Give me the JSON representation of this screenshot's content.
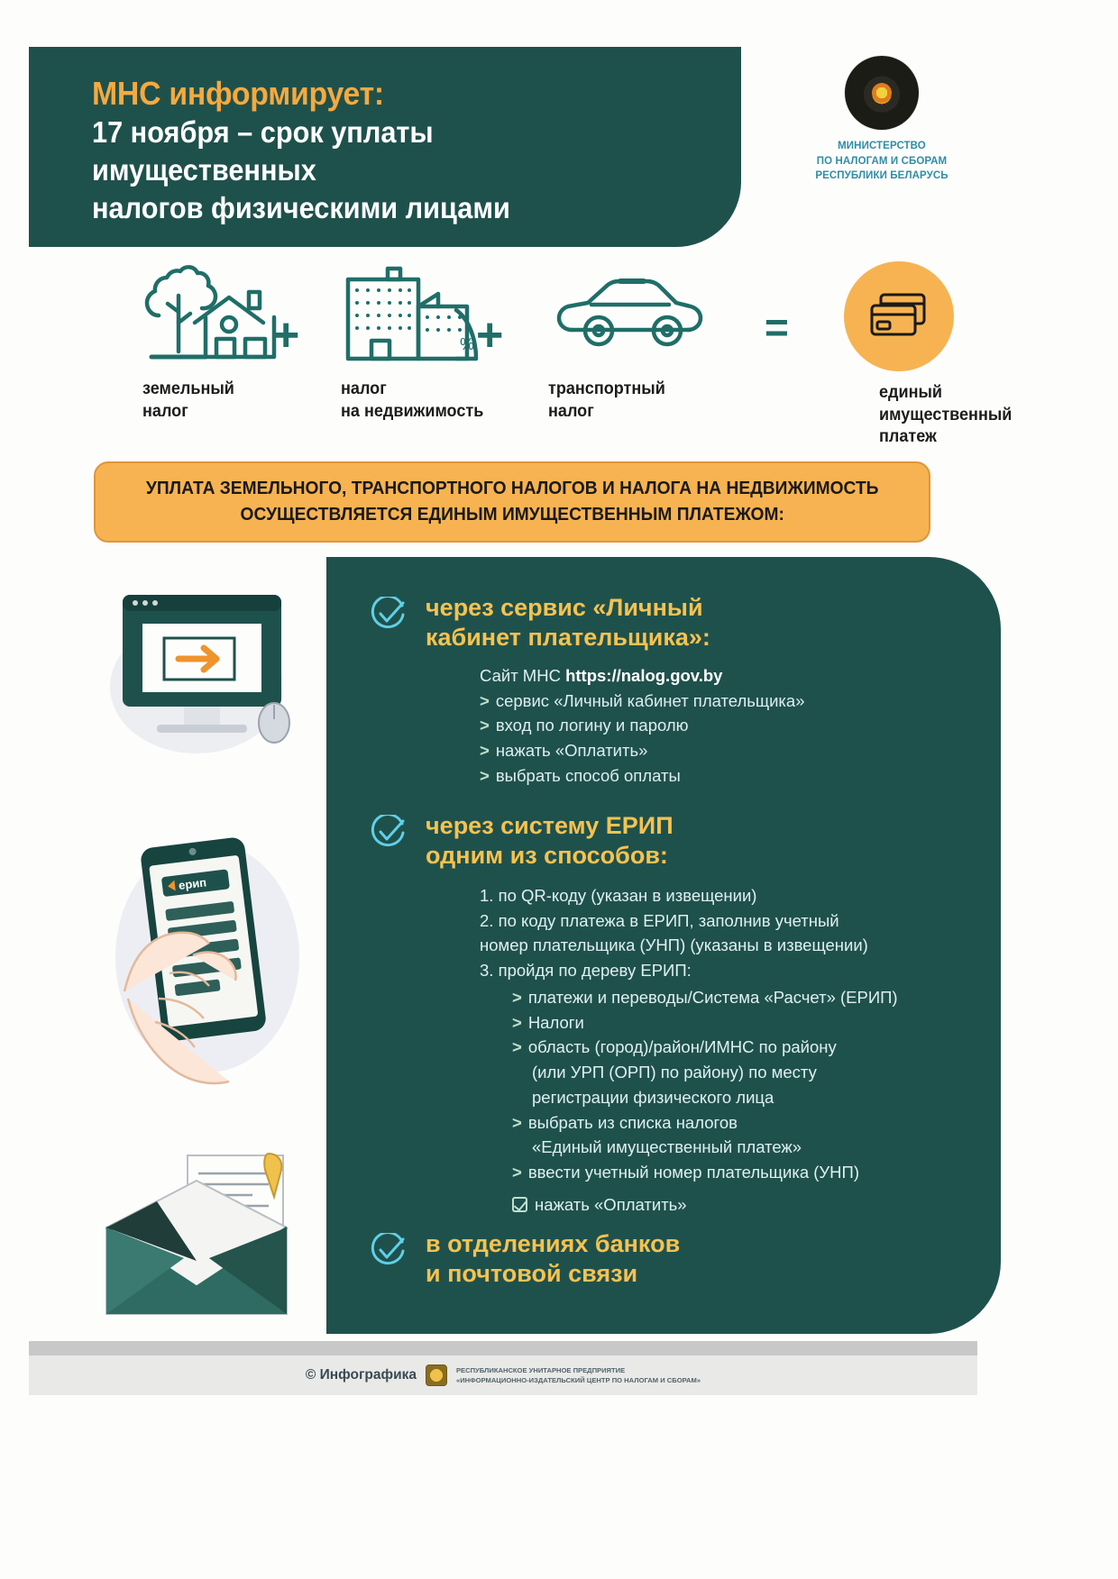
{
  "header": {
    "line1": "МНС информирует:",
    "line2": "17 ноября – срок уплаты имущественных",
    "line3": "налогов физическими лицами"
  },
  "emblem": {
    "icon": "coat-of-arms-belarus-icon",
    "line1": "МИНИСТЕРСТВО",
    "line2": "ПО НАЛОГАМ И СБОРАМ",
    "line3": "РЕСПУБЛИКИ БЕЛАРУСЬ"
  },
  "formula": {
    "items": [
      {
        "icon": "house-with-tree-icon",
        "label_line1": "земельный",
        "label_line2": "налог"
      },
      {
        "icon": "buildings-icon",
        "label_line1": "налог",
        "label_line2": "на недвижимость"
      },
      {
        "icon": "car-icon",
        "label_line1": "транспортный",
        "label_line2": "налог"
      }
    ],
    "plus_symbol": "+",
    "equals_symbol": "=",
    "result": {
      "icon": "payment-cards-icon",
      "label_line1": "единый",
      "label_line2": "имущественный",
      "label_line3": "платеж"
    }
  },
  "banner": {
    "line1": "УПЛАТА ЗЕМЕЛЬНОГО, ТРАНСПОРТНОГО НАЛОГОВ И НАЛОГА НА НЕДВИЖИМОСТЬ",
    "line2": "ОСУЩЕСТВЛЯЕТСЯ ЕДИНЫМ ИМУЩЕСТВЕННЫМ ПЛАТЕЖОМ:"
  },
  "methods": [
    {
      "icon": "desktop-monitor-icon",
      "check_icon": "check-circle-icon",
      "title_line1": "через сервис «Личный",
      "title_line2": "кабинет плательщика»:",
      "site_prefix": "Сайт МНС ",
      "site_url": "https://nalog.gov.by",
      "bullets": [
        "сервис «Личный кабинет плательщика»",
        "вход по логину и паролю",
        "нажать «Оплатить»",
        "выбрать способ оплаты"
      ]
    },
    {
      "icon": "hand-phone-erip-icon",
      "check_icon": "check-circle-icon",
      "title_line1": "через систему ЕРИП",
      "title_line2": "одним из способов:",
      "numbered": [
        "1. по QR-коду (указан в извещении)",
        "2. по коду платежа в ЕРИП, заполнив учетный",
        "номер плательщика (УНП) (указаны в извещении)",
        "3. пройдя по дереву ЕРИП:"
      ],
      "tree": [
        {
          "text": "платежи и переводы/Система «Расчет» (ЕРИП)",
          "cont": []
        },
        {
          "text": "Налоги",
          "cont": []
        },
        {
          "text": "область (город)/район/ИМНС по району",
          "cont": [
            "(или УРП (ОРП) по району) по месту",
            "регистрации физического лица"
          ]
        },
        {
          "text": "выбрать из списка налогов",
          "cont": [
            "«Единый имущественный платеж»"
          ]
        },
        {
          "text": "ввести учетный номер плательщика (УНП)",
          "cont": []
        }
      ],
      "final_action": "нажать «Оплатить»"
    },
    {
      "icon": "envelope-document-icon",
      "check_icon": "check-circle-icon",
      "title_line1": "в отделениях банков",
      "title_line2": "и почтовой связи"
    }
  ],
  "footer": {
    "copyright": "© Инфографика",
    "seal_icon": "seal-icon",
    "org_line1": "РЕСПУБЛИКАНСКОЕ УНИТАРНОЕ ПРЕДПРИЯТИЕ",
    "org_line2": "«ИНФОРМАЦИОННО-ИЗДАТЕЛЬСКИЙ ЦЕНТР ПО НАЛОГАМ И СБОРАМ»"
  },
  "colors": {
    "dark_green": "#1f514c",
    "orange": "#f7b351",
    "gold_text": "#f6c250",
    "teal_line": "#1f6e68",
    "body_text": "#dff0f1"
  }
}
